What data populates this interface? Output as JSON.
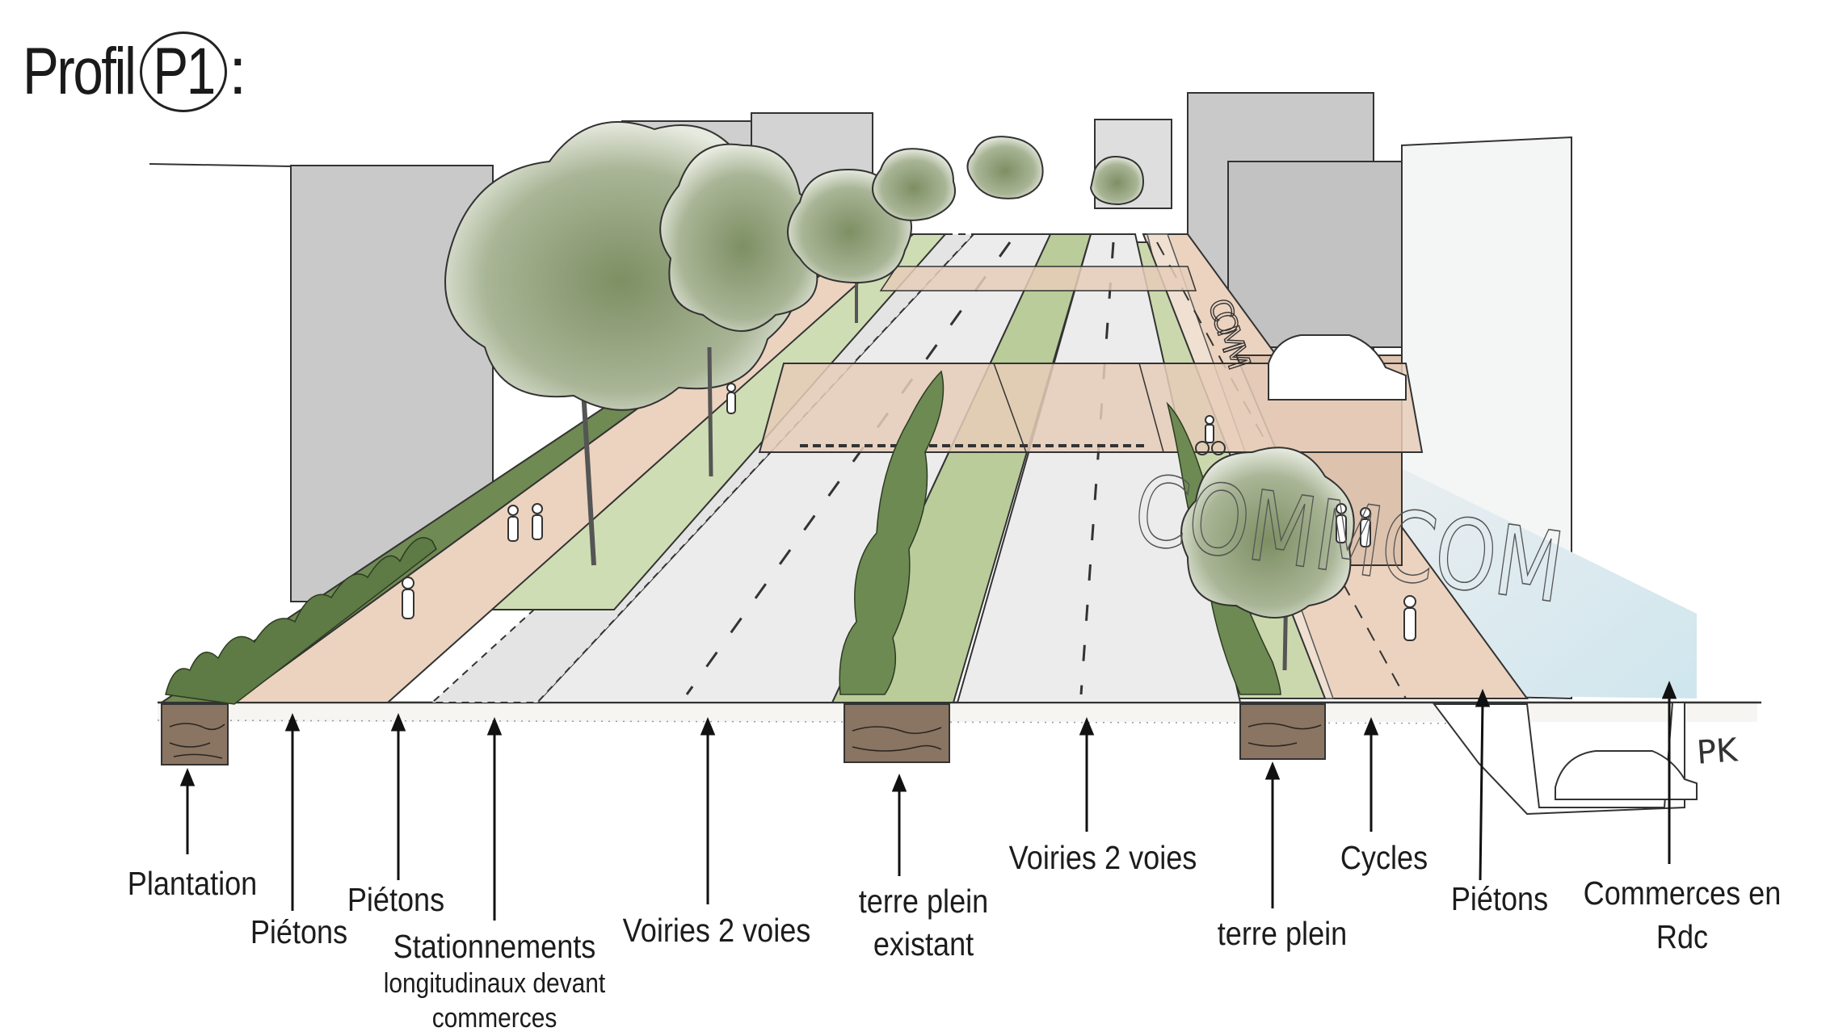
{
  "title": {
    "text": "Profil",
    "code": "P1",
    "colon": ":"
  },
  "labels": {
    "plantation": "Plantation",
    "pietons_left": "Piétons",
    "pietons_2": "Piétons",
    "stationnements": "Stationnements",
    "stationnements_sub1": "longitudinaux devant",
    "stationnements_sub2": "commerces",
    "voiries_left": "Voiries 2 voies",
    "terre_plein_existant_1": "terre plein",
    "terre_plein_existant_2": "existant",
    "voiries_right": "Voiries 2 voies",
    "terre_plein": "terre plein",
    "cycles": "Cycles",
    "pietons_right": "Piétons",
    "commerces_1": "Commerces en",
    "commerces_2": "Rdc"
  },
  "sign_text": {
    "upper": "COMM",
    "lower": "COMMCOM"
  },
  "signature": "PK",
  "colors": {
    "sidewalk": "#ecd3bf",
    "road": "#ececec",
    "grass": "#cfddb4",
    "tree": "#8b9c74",
    "hedge": "#5e7a45",
    "building": "#c6c6c6",
    "soil": "#8a7462"
  }
}
